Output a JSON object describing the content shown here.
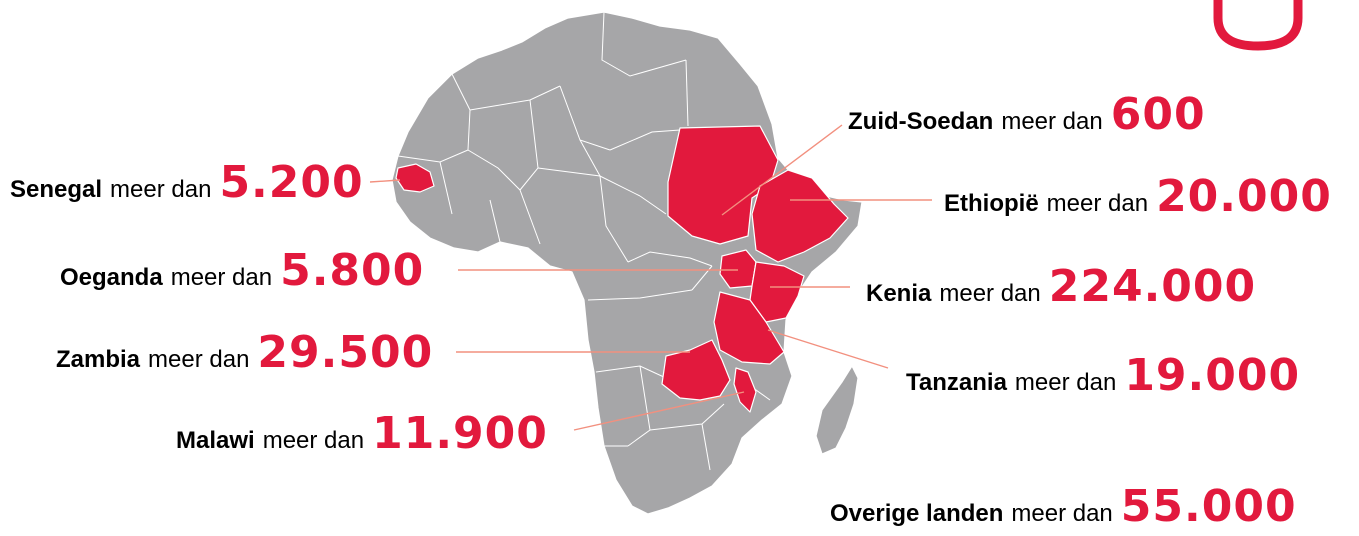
{
  "colors": {
    "highlight": "#e2193d",
    "land": "#a6a6a8",
    "leader": "#f2907f",
    "text": "#000000"
  },
  "labels": {
    "senegal": {
      "name": "Senegal",
      "connector": "meer dan",
      "value": "5.200"
    },
    "oeganda": {
      "name": "Oeganda",
      "connector": "meer dan",
      "value": "5.800"
    },
    "zambia": {
      "name": "Zambia",
      "connector": "meer dan",
      "value": "29.500"
    },
    "malawi": {
      "name": "Malawi",
      "connector": "meer dan",
      "value": "11.900"
    },
    "zuidsoedan": {
      "name": "Zuid-Soedan",
      "connector": "meer dan",
      "value": "600"
    },
    "ethiopie": {
      "name": "Ethiopië",
      "connector": "meer dan",
      "value": "20.000"
    },
    "kenia": {
      "name": "Kenia",
      "connector": "meer dan",
      "value": "224.000"
    },
    "tanzania": {
      "name": "Tanzania",
      "connector": "meer dan",
      "value": "19.000"
    },
    "overige": {
      "name": "Overige landen",
      "connector": "meer dan",
      "value": "55.000"
    }
  }
}
